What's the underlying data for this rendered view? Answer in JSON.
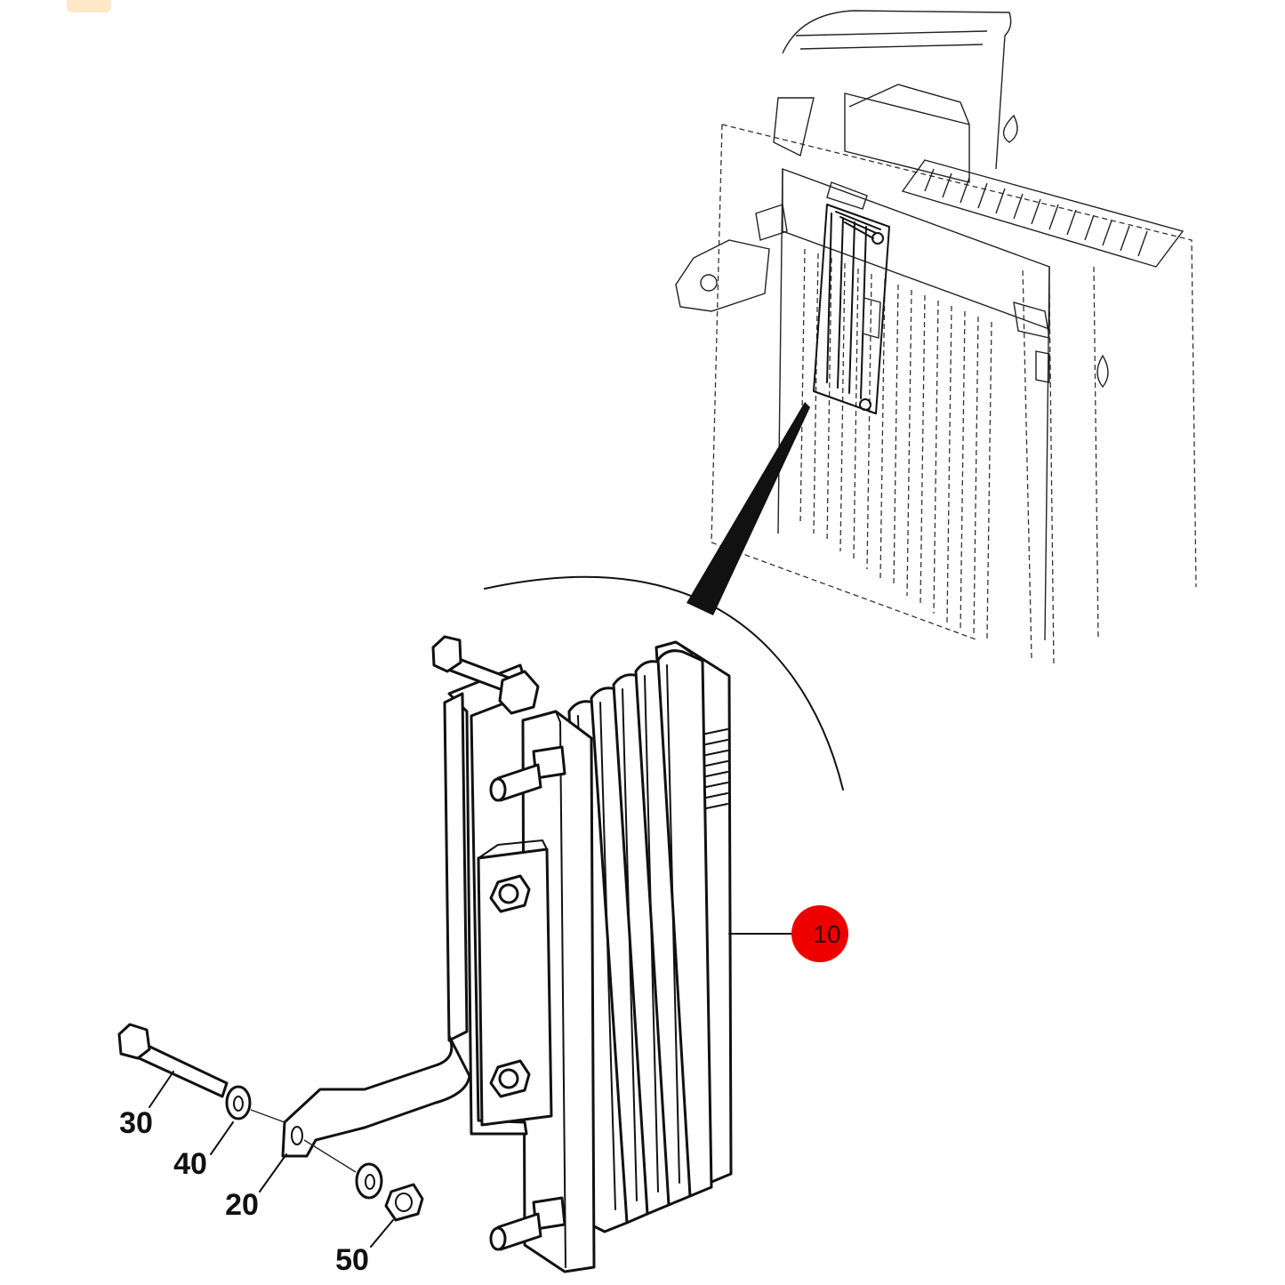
{
  "callouts": {
    "c10": "10",
    "c20": "20",
    "c30": "30",
    "c40": "40",
    "c50": "50"
  },
  "colors": {
    "badge": "#ee0000",
    "line": "#111111",
    "tab": "#fde9c8"
  }
}
